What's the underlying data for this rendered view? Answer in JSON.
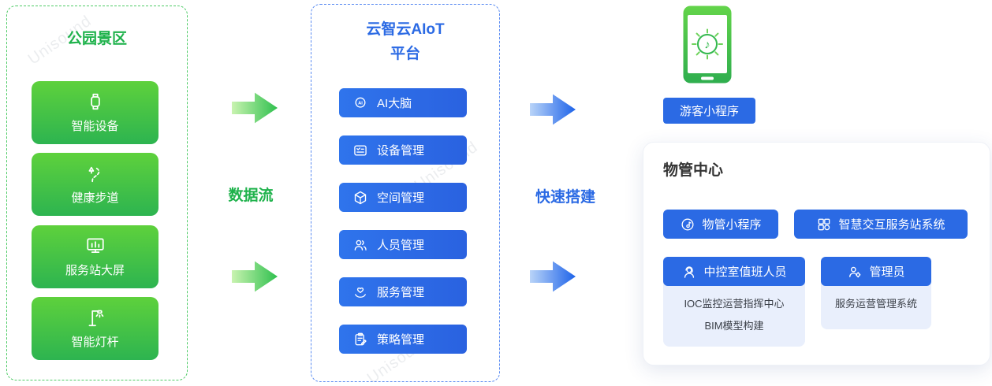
{
  "watermark": {
    "text": "Unisound"
  },
  "colors": {
    "green": "#2db450",
    "blue": "#2b6ae4",
    "light_blue_card": "#e9effc"
  },
  "left_panel": {
    "title": "公园景区",
    "items": [
      {
        "label": "智能设备",
        "icon": "smartwatch-icon"
      },
      {
        "label": "健康步道",
        "icon": "trail-icon"
      },
      {
        "label": "服务站大屏",
        "icon": "screen-icon"
      },
      {
        "label": "智能灯杆",
        "icon": "lamppost-icon"
      }
    ]
  },
  "data_flow": {
    "label": "数据流"
  },
  "platform": {
    "title_line1": "云智云AIoT",
    "title_line2": "平台",
    "items": [
      {
        "label": "AI大脑",
        "icon": "ai-brain-icon"
      },
      {
        "label": "设备管理",
        "icon": "device-management-icon"
      },
      {
        "label": "空间管理",
        "icon": "space-management-icon"
      },
      {
        "label": "人员管理",
        "icon": "people-management-icon"
      },
      {
        "label": "服务管理",
        "icon": "service-management-icon"
      },
      {
        "label": "策略管理",
        "icon": "strategy-management-icon"
      }
    ]
  },
  "quick_build": {
    "label": "快速搭建"
  },
  "visitor": {
    "label": "游客小程序",
    "icon": "phone-icon"
  },
  "property_center": {
    "title": "物管中心",
    "buttons": [
      {
        "label": "物管小程序",
        "icon": "mini-program-icon"
      },
      {
        "label": "智慧交互服务站系统",
        "icon": "station-system-icon"
      }
    ],
    "groups": [
      {
        "button": {
          "label": "中控室值班人员",
          "icon": "operator-icon"
        },
        "lines": [
          "IOC监控运营指挥中心",
          "BIM模型构建"
        ]
      },
      {
        "button": {
          "label": "管理员",
          "icon": "admin-icon"
        },
        "lines": [
          "服务运营管理系统"
        ]
      }
    ]
  }
}
